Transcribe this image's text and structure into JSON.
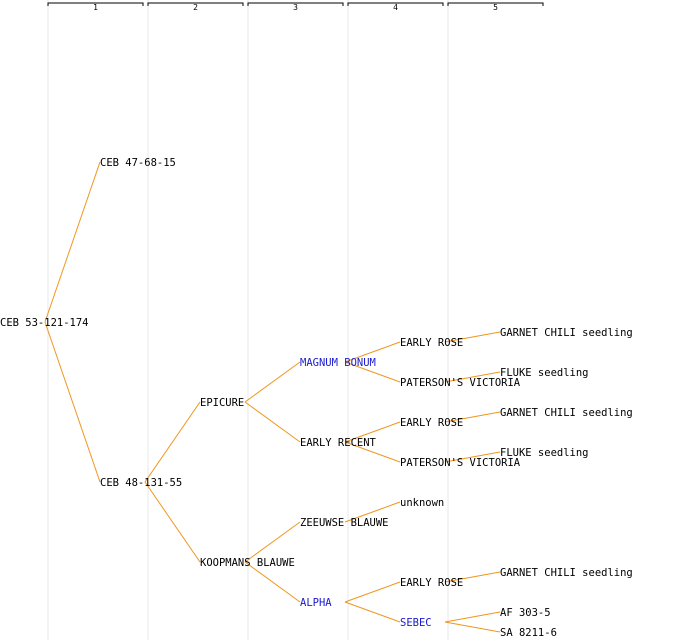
{
  "colors": {
    "edge": "#f0961e",
    "text": "#000000",
    "highlight": "#1a1acc",
    "separator": "#e8e8e8"
  },
  "generations": [
    "1",
    "2",
    "3",
    "4",
    "5"
  ],
  "nodes": [
    {
      "id": "n0",
      "label": "CEB 53-121-174",
      "gen": 0,
      "row": 16,
      "highlight": false
    },
    {
      "id": "n1",
      "label": "CEB 47-68-15",
      "gen": 1,
      "row": 8,
      "highlight": false
    },
    {
      "id": "n2",
      "label": "CEB 48-131-55",
      "gen": 1,
      "row": 24,
      "highlight": false
    },
    {
      "id": "n3",
      "label": "EPICURE",
      "gen": 2,
      "row": 20,
      "highlight": false
    },
    {
      "id": "n4",
      "label": "KOOPMANS BLAUWE",
      "gen": 2,
      "row": 28,
      "highlight": false
    },
    {
      "id": "n5",
      "label": "MAGNUM BONUM",
      "gen": 3,
      "row": 18,
      "highlight": true
    },
    {
      "id": "n6",
      "label": "EARLY RECENT",
      "gen": 3,
      "row": 22,
      "highlight": false
    },
    {
      "id": "n7",
      "label": "ZEEUWSE BLAUWE",
      "gen": 3,
      "row": 26,
      "highlight": false
    },
    {
      "id": "n8",
      "label": "ALPHA",
      "gen": 3,
      "row": 30,
      "highlight": true
    },
    {
      "id": "n9",
      "label": "EARLY ROSE",
      "gen": 4,
      "row": 17,
      "highlight": false
    },
    {
      "id": "n10",
      "label": "PATERSON'S VICTORIA",
      "gen": 4,
      "row": 19,
      "highlight": false
    },
    {
      "id": "n11",
      "label": "EARLY ROSE",
      "gen": 4,
      "row": 21,
      "highlight": false
    },
    {
      "id": "n12",
      "label": "PATERSON'S VICTORIA",
      "gen": 4,
      "row": 23,
      "highlight": false
    },
    {
      "id": "n13",
      "label": "unknown",
      "gen": 4,
      "row": 25,
      "highlight": false
    },
    {
      "id": "n14",
      "label": "EARLY ROSE",
      "gen": 4,
      "row": 29,
      "highlight": false
    },
    {
      "id": "n15",
      "label": "SEBEC",
      "gen": 4,
      "row": 31,
      "highlight": true
    },
    {
      "id": "n16",
      "label": "GARNET CHILI seedling",
      "gen": 5,
      "row": 16.5,
      "highlight": false
    },
    {
      "id": "n17",
      "label": "FLUKE seedling",
      "gen": 5,
      "row": 18.5,
      "highlight": false
    },
    {
      "id": "n18",
      "label": "GARNET CHILI seedling",
      "gen": 5,
      "row": 20.5,
      "highlight": false
    },
    {
      "id": "n19",
      "label": "FLUKE seedling",
      "gen": 5,
      "row": 22.5,
      "highlight": false
    },
    {
      "id": "n20",
      "label": "GARNET CHILI seedling",
      "gen": 5,
      "row": 28.5,
      "highlight": false
    },
    {
      "id": "n21",
      "label": "AF 303-5",
      "gen": 5,
      "row": 30.5,
      "highlight": false
    },
    {
      "id": "n22",
      "label": "SA 8211-6",
      "gen": 5,
      "row": 31.5,
      "highlight": false
    }
  ],
  "edges": [
    [
      "n0",
      "n1"
    ],
    [
      "n0",
      "n2"
    ],
    [
      "n2",
      "n3"
    ],
    [
      "n2",
      "n4"
    ],
    [
      "n3",
      "n5"
    ],
    [
      "n3",
      "n6"
    ],
    [
      "n4",
      "n7"
    ],
    [
      "n4",
      "n8"
    ],
    [
      "n5",
      "n9"
    ],
    [
      "n5",
      "n10"
    ],
    [
      "n6",
      "n11"
    ],
    [
      "n6",
      "n12"
    ],
    [
      "n7",
      "n13"
    ],
    [
      "n8",
      "n14"
    ],
    [
      "n8",
      "n15"
    ],
    [
      "n9",
      "n16"
    ],
    [
      "n10",
      "n17"
    ],
    [
      "n11",
      "n18"
    ],
    [
      "n12",
      "n19"
    ],
    [
      "n14",
      "n20"
    ],
    [
      "n15",
      "n21"
    ],
    [
      "n15",
      "n22"
    ]
  ]
}
